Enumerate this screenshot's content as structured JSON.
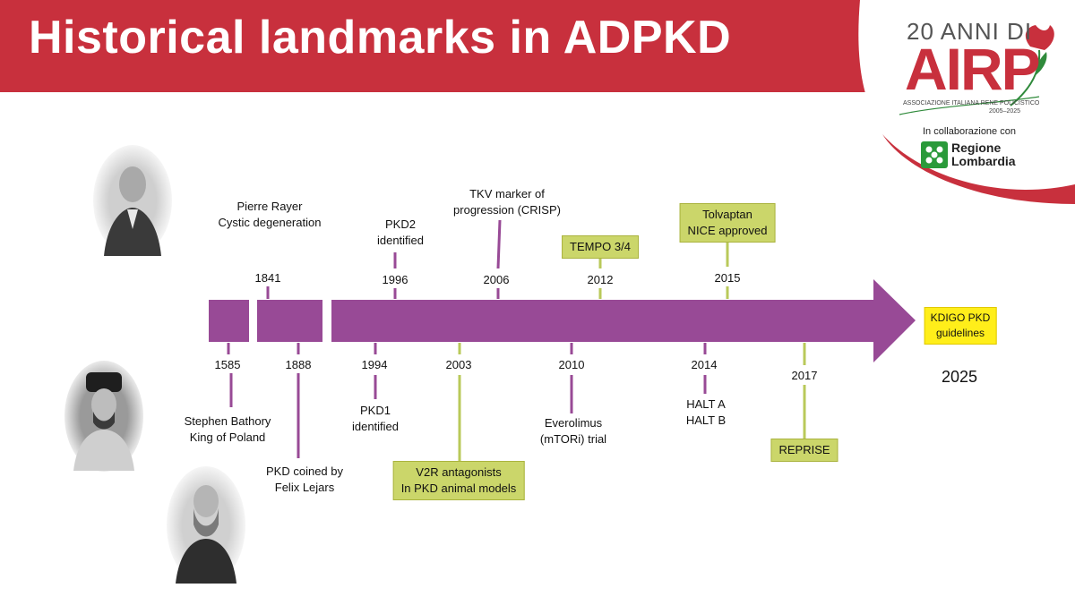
{
  "header": {
    "title": "Historical landmarks in ADPKD"
  },
  "logo": {
    "top": "20 ANNI DI",
    "brand": "AIRP",
    "subtitle": "ASSOCIAZIONE ITALIANA RENE POLICISTICO",
    "years": "2005–2025",
    "collab": "In collaborazione con",
    "region_line1": "Regione",
    "region_line2": "Lombardia"
  },
  "colors": {
    "header": "#c8303d",
    "arrow": "#984a96",
    "green_box": "#cbd66a",
    "yellow_box": "#ffee1a",
    "green_stem": "#b9c95a"
  },
  "timeline": {
    "final_year": "2025",
    "final_box": [
      "KDIGO PKD",
      "guidelines"
    ],
    "events_above": [
      {
        "year": "1841",
        "text": [
          "Pierre Rayer",
          "Cystic degeneration"
        ]
      },
      {
        "year": "1996",
        "text": [
          "PKD2",
          "identified"
        ]
      },
      {
        "year": "2006",
        "text": [
          "TKV marker of",
          "progression (CRISP)"
        ]
      },
      {
        "year": "2012",
        "box": [
          "TEMPO 3/4"
        ]
      },
      {
        "year": "2015",
        "box": [
          "Tolvaptan",
          "NICE approved"
        ]
      }
    ],
    "events_below": [
      {
        "year": "1585",
        "text": [
          "Stephen Bathory",
          "King of Poland"
        ]
      },
      {
        "year": "1888",
        "text": [
          "PKD coined by",
          "Felix Lejars"
        ]
      },
      {
        "year": "1994",
        "text": [
          "PKD1",
          "identified"
        ]
      },
      {
        "year": "2003",
        "box": [
          "V2R antagonists",
          "In PKD animal models"
        ]
      },
      {
        "year": "2010",
        "text": [
          "Everolimus",
          "(mTORi) trial"
        ]
      },
      {
        "year": "2014",
        "text": [
          "HALT A",
          "HALT B"
        ]
      },
      {
        "year": "2017",
        "box": [
          "REPRISE"
        ]
      }
    ]
  }
}
